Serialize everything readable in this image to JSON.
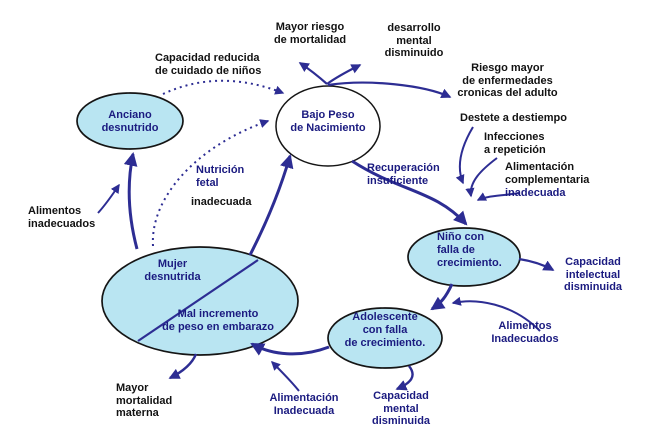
{
  "colors": {
    "background": "#ffffff",
    "node_fill": "#b9e5f2",
    "node_stroke": "#151515",
    "arrow": "#2d2d93",
    "text_dark": "#121212",
    "text_navy": "#1b1b80"
  },
  "nodes": {
    "anciano": "Anciano\ndesnutrido",
    "bajo_peso": "Bajo Peso\nde Nacimiento",
    "nino": "Niño con\nfalla de\ncrecimiento.",
    "adolescente": "Adolescente\ncon falla\nde crecimiento.",
    "mujer": "Mujer\ndesnutrida",
    "mal_incremento": "Mal incremento\nde peso en embarazo"
  },
  "labels": {
    "mayor_riesgo_mortalidad": "Mayor riesgo\nde mortalidad",
    "desarrollo_mental": "desarrollo\nmental\ndisminuido",
    "riesgo_enfermedades": "Riesgo mayor\nde enfermedades\ncronicas del adulto",
    "capacidad_reducida": "Capacidad reducida\nde cuidado de niños",
    "destete": "Destete a destiempo",
    "infecciones": "Infecciones\na repetición",
    "alimentacion_complementaria": "Alimentación\ncomplementaria",
    "alimentacion_complementaria_2": "inadecuada",
    "recuperacion_insuficiente": "Recuperación\ninsuficiente",
    "capacidad_intelectual": "Capacidad\nintelectual\ndisminuida",
    "alimentos_inadecuados_der": "Alimentos\nInadecuados",
    "capacidad_mental": "Capacidad\nmental\ndisminuida",
    "alimentacion_inadecuada": "Alimentación\nInadecuada",
    "mayor_mortalidad_materna": "Mayor\nmortalidad\nmaterna",
    "alimentos_inadecuados_izq": "Alimentos\ninadecuados",
    "nutricion_fetal": "Nutrición\nfetal",
    "nutricion_fetal_2": "inadecuada"
  }
}
